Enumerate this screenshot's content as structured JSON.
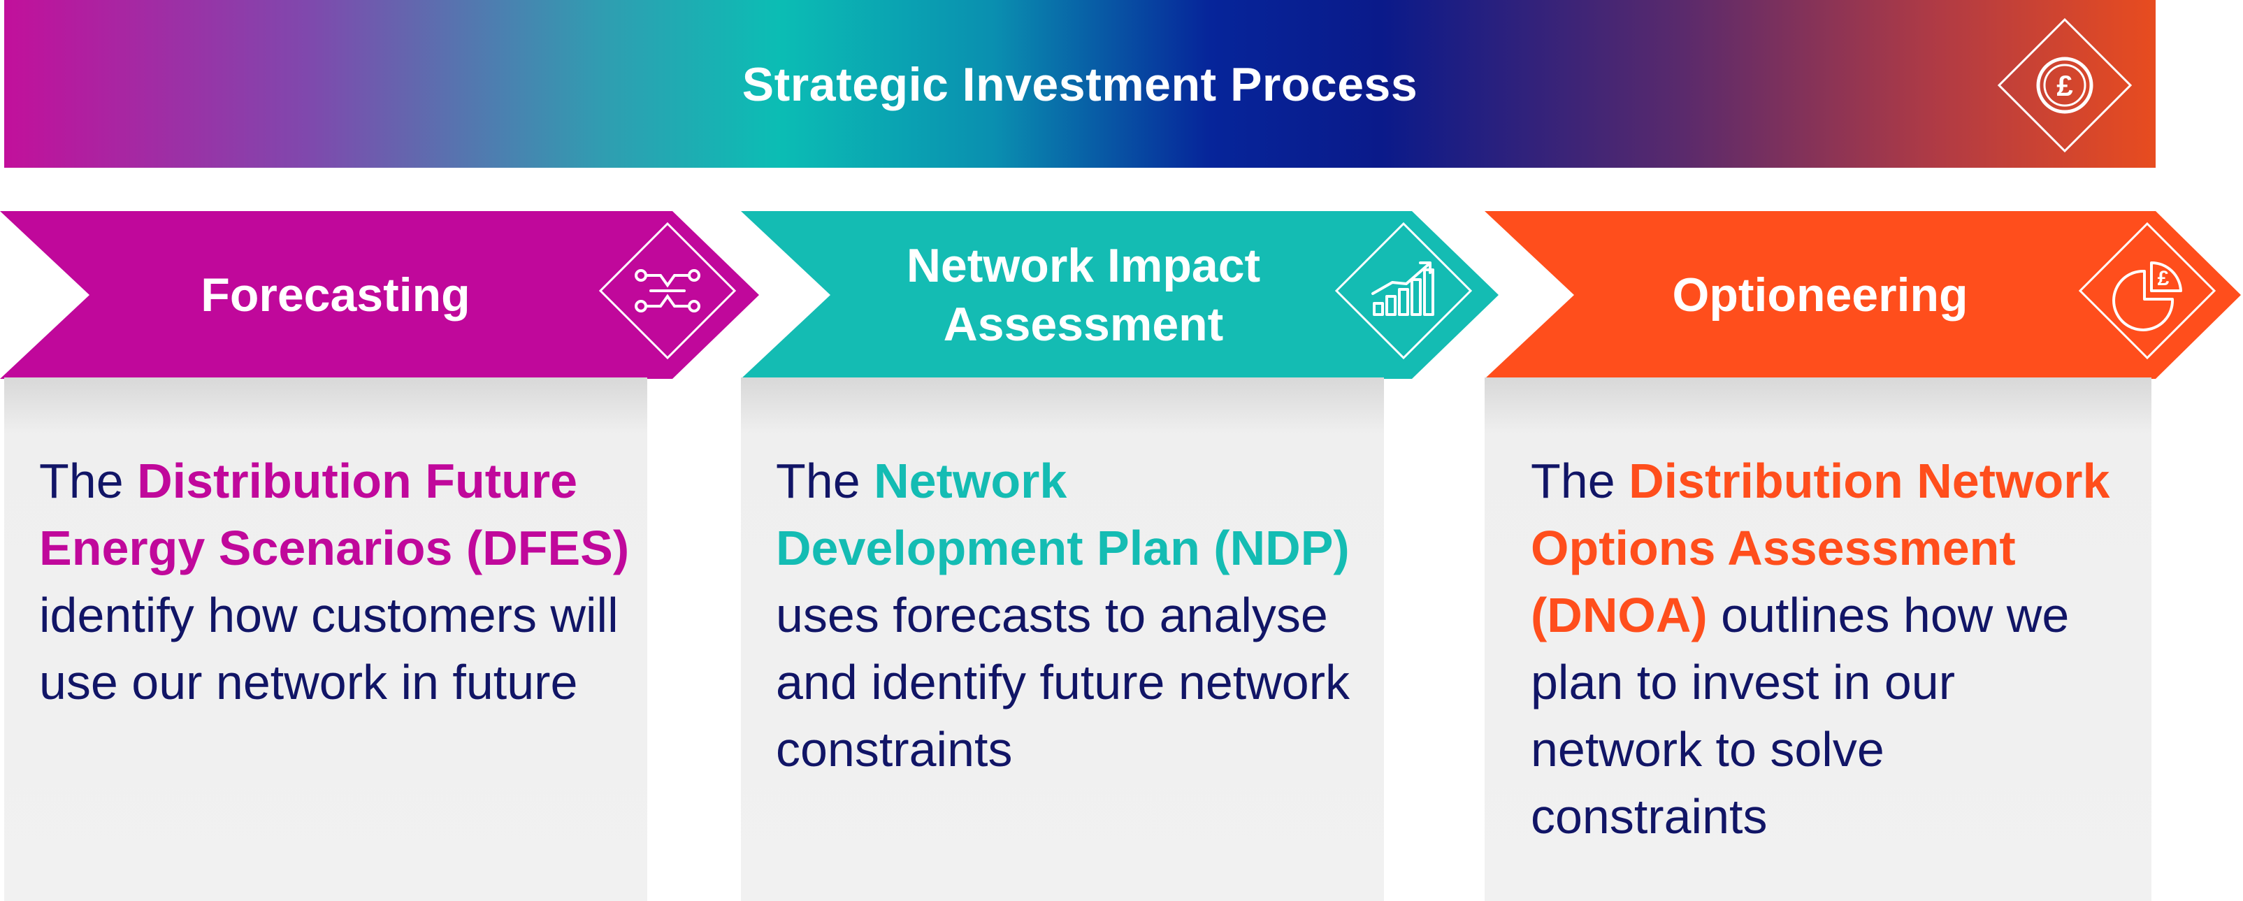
{
  "header": {
    "title": "Strategic Investment Process",
    "icon": "pound-coin-icon"
  },
  "colors": {
    "forecasting": "#c0089b",
    "network_impact": "#14bcb3",
    "optioneering": "#ff4e1c",
    "body_text": "#111566",
    "card_bg": "#f1f1f1"
  },
  "stages": [
    {
      "title": "Forecasting",
      "icon": "circuit-icon",
      "body": {
        "lead": "The ",
        "highlight": "Distribution Future Energy Scenarios (DFES)",
        "rest": " identify how customers will use our network in future"
      }
    },
    {
      "title": "Network Impact Assessment",
      "icon": "growth-chart-icon",
      "body": {
        "lead": "The ",
        "highlight": "Network Development Plan (NDP)",
        "rest": " uses forecasts to analyse and identify future network constraints"
      }
    },
    {
      "title": "Optioneering",
      "icon": "pound-pie-chart-icon",
      "body": {
        "lead": "The ",
        "highlight": "Distribution Network Options Assessment (DNOA)",
        "rest": " outlines how we plan to invest in our network to solve constraints"
      }
    }
  ]
}
